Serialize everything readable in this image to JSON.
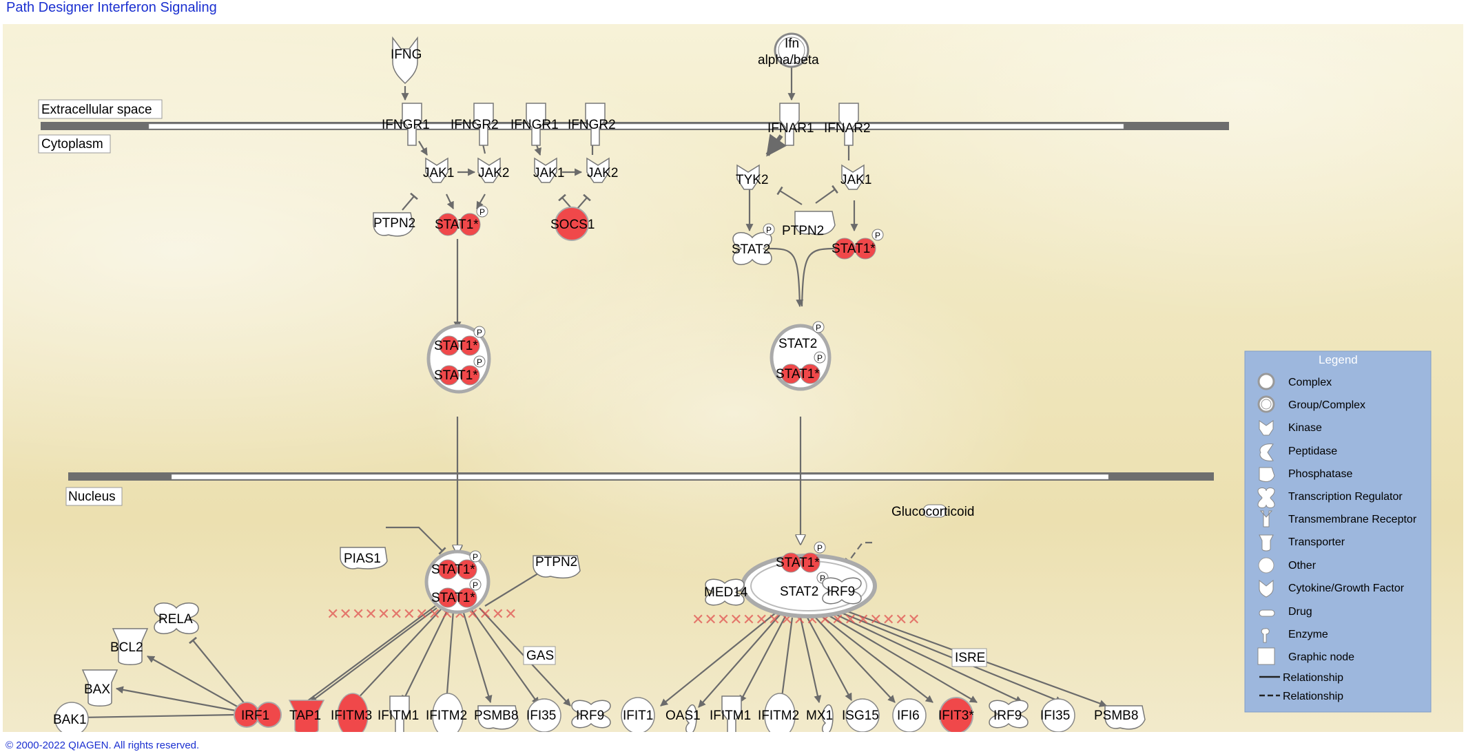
{
  "title": "Path Designer Interferon Signaling",
  "footer": "© 2000-2022 QIAGEN. All rights reserved.",
  "compartments": {
    "extracellular": "Extracellular space",
    "cytoplasm": "Cytoplasm",
    "nucleus": "Nucleus"
  },
  "nodes": {
    "ifng": "IFNG",
    "ifn_ab_1": "Ifn",
    "ifn_ab_2": "alpha/beta",
    "ifngr1_a": "IFNGR1",
    "ifngr2_a": "IFNGR2",
    "ifngr1_b": "IFNGR1",
    "ifngr2_b": "IFNGR2",
    "ifnar1": "IFNAR1",
    "ifnar2": "IFNAR2",
    "jak1_a": "JAK1",
    "jak2_a": "JAK2",
    "jak1_b": "JAK1",
    "jak2_b": "JAK2",
    "tyk2": "TYK2",
    "jak1_c": "JAK1",
    "ptpn2_a": "PTPN2",
    "stat1_a": "STAT1*",
    "socs1": "SOCS1",
    "ptpn2_b": "PTPN2",
    "stat2_a": "STAT2",
    "stat1_b": "STAT1*",
    "cx1_top": "STAT1*",
    "cx1_bot": "STAT1*",
    "cx2_top": "STAT2",
    "cx2_bot": "STAT1*",
    "pias1": "PIAS1",
    "ptpn2_c": "PTPN2",
    "glucocorticoid": "Glucocorticoid",
    "nx1_top": "STAT1*",
    "nx1_bot": "STAT1*",
    "nx2_top": "STAT1*",
    "nx2_mid": "STAT2",
    "med14": "MED14",
    "irf9_cx": "IRF9",
    "gas": "GAS",
    "isre": "ISRE",
    "rela": "RELA",
    "bcl2": "BCL2",
    "bax": "BAX",
    "bak1": "BAK1",
    "irf1": "IRF1",
    "tap1": "TAP1",
    "ifitm3": "IFITM3",
    "ifitm1_a": "IFITM1",
    "ifitm2_a": "IFITM2",
    "psmb8_a": "PSMB8",
    "ifi35_a": "IFI35",
    "irf9_a": "IRF9",
    "ifit1": "IFIT1",
    "oas1": "OAS1",
    "ifitm1_b": "IFITM1",
    "ifitm2_b": "IFITM2",
    "mx1": "MX1",
    "isg15": "ISG15",
    "ifi6": "IFI6",
    "ifit3": "IFIT3*",
    "irf9_b": "IRF9",
    "ifi35_b": "IFI35",
    "psmb8_b": "PSMB8",
    "phos": "P"
  },
  "legend": {
    "title": "Legend",
    "items": [
      {
        "label": "Complex",
        "icon": "complex-icon"
      },
      {
        "label": "Group/Complex",
        "icon": "group-complex-icon"
      },
      {
        "label": "Kinase",
        "icon": "kinase-icon"
      },
      {
        "label": "Peptidase",
        "icon": "peptidase-icon"
      },
      {
        "label": "Phosphatase",
        "icon": "phosphatase-icon"
      },
      {
        "label": "Transcription Regulator",
        "icon": "transcription-regulator-icon"
      },
      {
        "label": "Transmembrane Receptor",
        "icon": "transmembrane-receptor-icon"
      },
      {
        "label": "Transporter",
        "icon": "transporter-icon"
      },
      {
        "label": "Other",
        "icon": "other-icon"
      },
      {
        "label": "Cytokine/Growth Factor",
        "icon": "cytokine-icon"
      },
      {
        "label": "Drug",
        "icon": "drug-icon"
      },
      {
        "label": "Enzyme",
        "icon": "enzyme-icon"
      },
      {
        "label": "Graphic node",
        "icon": "graphic-node-icon"
      },
      {
        "label": "Relationship",
        "icon": "solid-line-icon"
      },
      {
        "label": "Relationship",
        "icon": "dashed-line-icon"
      }
    ]
  },
  "colors": {
    "highlight": "#f0484a",
    "edge": "#6b6b6b",
    "legend_bg": "#9db7dd",
    "title": "#1a2fd0"
  }
}
